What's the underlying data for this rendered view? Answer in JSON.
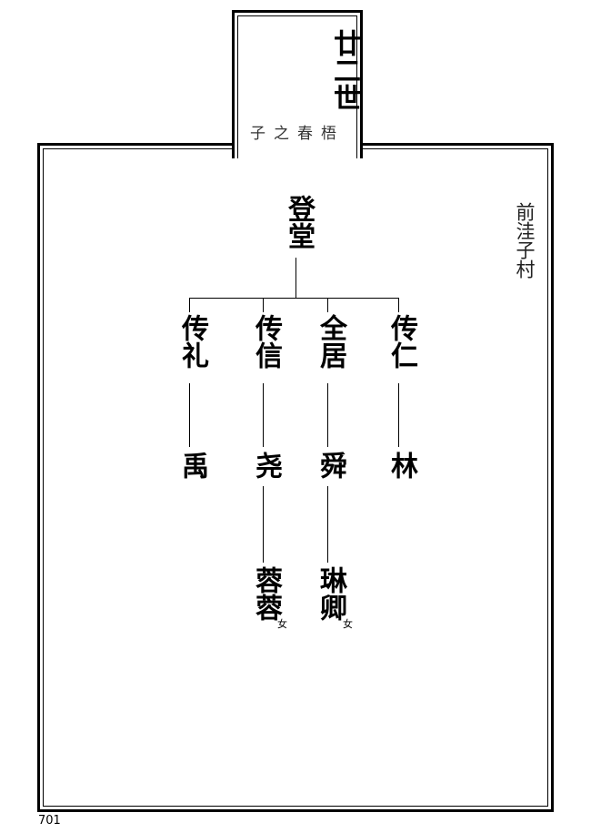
{
  "header": {
    "generation": "廿二世",
    "branch": "子之春梧"
  },
  "village": "前洼子村",
  "tree": {
    "root": "登堂",
    "children": [
      {
        "name": "传礼",
        "children": [
          {
            "name": "禹"
          }
        ]
      },
      {
        "name": "传信",
        "children": [
          {
            "name": "尧",
            "children": [
              {
                "name": "蓉蓉",
                "female_mark": "女"
              }
            ]
          }
        ]
      },
      {
        "name": "全居",
        "children": [
          {
            "name": "舜",
            "children": [
              {
                "name": "琳卿",
                "female_mark": "女"
              }
            ]
          }
        ]
      },
      {
        "name": "传仁",
        "children": [
          {
            "name": "林"
          }
        ]
      }
    ]
  },
  "page_number": "701"
}
